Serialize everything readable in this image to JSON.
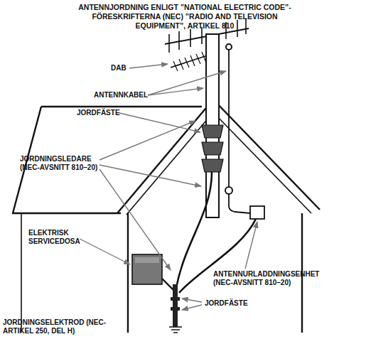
{
  "diagram": {
    "title": "ANTENNJORDNING ENLIGT ”NATIONAL ELECTRIC CODE”-FÖRESKRIFTERNA (NEC) ”RADIO AND TELEVISION EQUIPMENT”, ARTIKEL 810",
    "labels": [
      "DAB",
      "ANTENNKABEL",
      "JORDFÄSTE",
      "JORDNINGSLEDARE (NEC-AVSNITT 810–20)",
      "ELEKTRISK SERVICEDOSA",
      "ANTENNURLADDNINGSENHET (NEC-AVSNITT 810–20)",
      "JORDFÄSTE",
      "JORDNINGSELEKTROD (NEC-ARTIKEL 250, DEL H)"
    ]
  }
}
